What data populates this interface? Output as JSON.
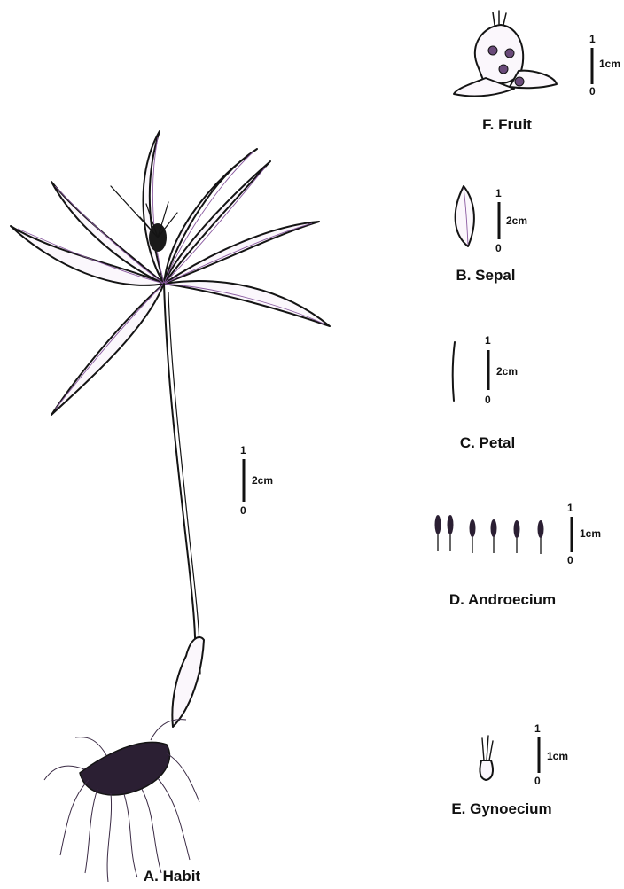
{
  "panels": {
    "habit": {
      "caption": "A. Habit",
      "scale_top": "1",
      "scale_bottom": "0",
      "scale_unit": "2cm"
    },
    "sepal": {
      "caption": "B. Sepal",
      "scale_top": "1",
      "scale_bottom": "0",
      "scale_unit": "2cm"
    },
    "petal": {
      "caption": "C. Petal",
      "scale_top": "1",
      "scale_bottom": "0",
      "scale_unit": "2cm"
    },
    "androecium": {
      "caption": "D. Androecium",
      "scale_top": "1",
      "scale_bottom": "0",
      "scale_unit": "1cm"
    },
    "gynoecium": {
      "caption": "E. Gynoecium",
      "scale_top": "1",
      "scale_bottom": "0",
      "scale_unit": "1cm"
    },
    "fruit": {
      "caption": "F. Fruit",
      "scale_top": "1",
      "scale_bottom": "0",
      "scale_unit": "1cm"
    }
  },
  "colors": {
    "ink": "#141414",
    "vein": "#8a5aa0",
    "leaf_fill": "#fbf7fc"
  }
}
